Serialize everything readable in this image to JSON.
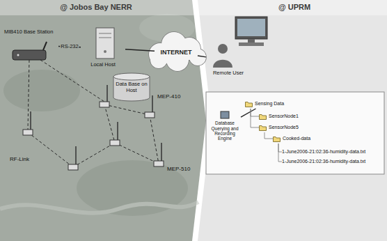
{
  "diagram": {
    "nodes": [
      {
        "text": [
          "@ Jobos Bay NERR"
        ]
      },
      {
        "text": [
          "@ UPRM"
        ]
      },
      {
        "text": [
          "MIB410 Base Station"
        ],
        "in": 0
      },
      {
        "text": [
          "Local Host"
        ],
        "in": 0
      },
      {
        "text": [
          "Data Base on Host"
        ],
        "in": 0
      },
      {
        "text": [
          "INTERNET"
        ]
      },
      {
        "text": [
          "Remote User"
        ],
        "in": 1
      },
      {
        "text": [
          "Database Querying and Recording Engine"
        ],
        "in": 1
      },
      {
        "text": [
          "Sensing Data"
        ],
        "in": 1
      },
      {
        "text": [
          "SensorNode1"
        ],
        "in": 1
      },
      {
        "text": [
          "SensorNode5"
        ],
        "in": 1
      },
      {
        "text": [
          "Cooked-data"
        ],
        "in": 1
      },
      {
        "text": [
          "1-June2006-21:02:36-humidity-data.txt"
        ],
        "in": 1
      },
      {
        "text": [
          "1-June2006-21:02:36-humidity-data.txt"
        ],
        "in": 1
      }
    ],
    "edges": [
      {
        "from": 2,
        "to": 3,
        "label": "RS-232",
        "arrow": "none"
      },
      {
        "from": 3,
        "to": 5,
        "arrow": "none"
      },
      {
        "from": 5,
        "to": 6,
        "arrow": "none"
      },
      {
        "from": 7,
        "to": 8,
        "arrow": "none"
      },
      {
        "from": 8,
        "to": 9,
        "arrow": "none"
      },
      {
        "from": 8,
        "to": 10,
        "arrow": "none"
      },
      {
        "from": 10,
        "to": 11,
        "arrow": "none"
      },
      {
        "from": 11,
        "to": 12,
        "arrow": "none"
      },
      {
        "from": 11,
        "to": 13,
        "arrow": "none"
      }
    ],
    "labels": [
      "MEP-410",
      "MEP-510",
      "RF-Link"
    ]
  }
}
